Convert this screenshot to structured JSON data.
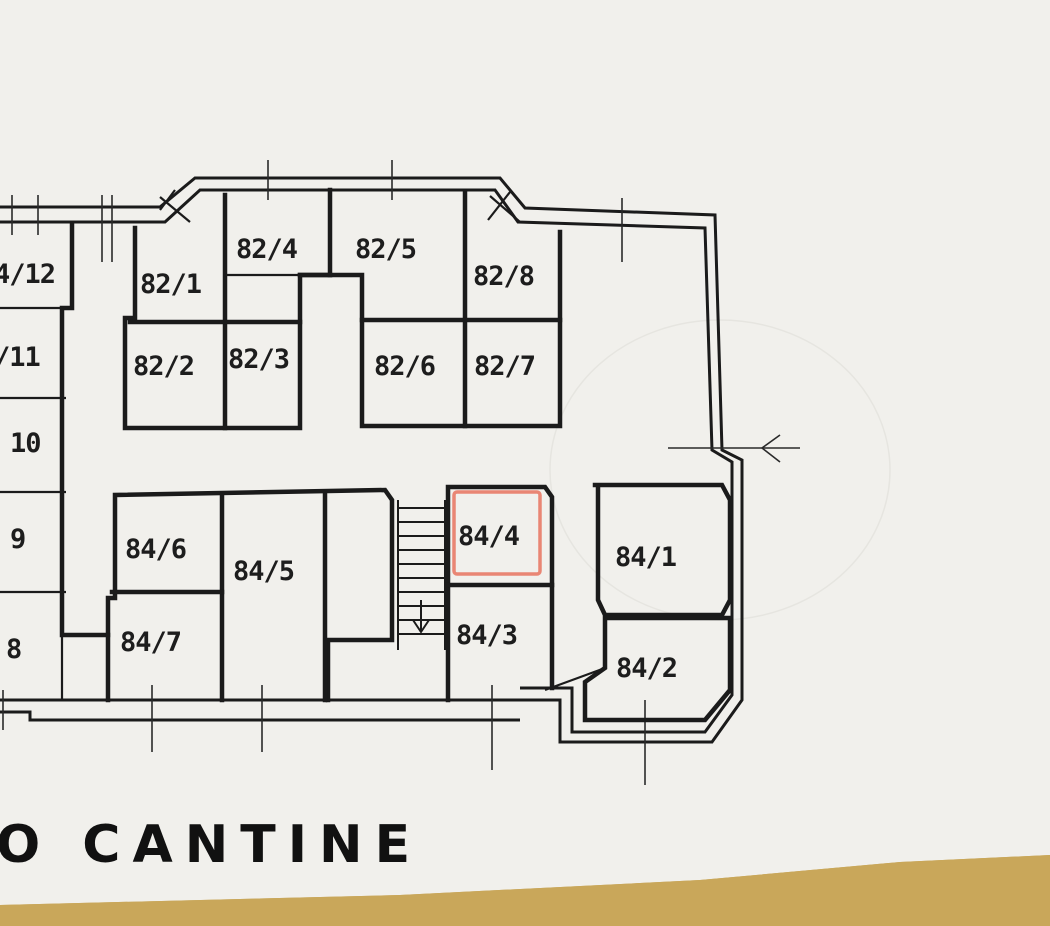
{
  "rooms": {
    "r82_1": "82/1",
    "r82_2": "82/2",
    "r82_3": "82/3",
    "r82_4": "82/4",
    "r82_5": "82/5",
    "r82_6": "82/6",
    "r82_7": "82/7",
    "r82_8": "82/8",
    "r84_1": "84/1",
    "r84_2": "84/2",
    "r84_3": "84/3",
    "r84_4": "84/4",
    "r84_5": "84/5",
    "r84_6": "84/6",
    "r84_7": "84/7",
    "left_12": "4/12",
    "left_11": "/11",
    "left_10": "10",
    "left_9": "9",
    "left_8": "8"
  },
  "highlighted_room": "84/4",
  "caption": "O CANTINE",
  "colors": {
    "paper": "#f1f0ec",
    "table": "#c9a75a",
    "ink": "#1b1b1b",
    "highlight": "#e8735f"
  }
}
